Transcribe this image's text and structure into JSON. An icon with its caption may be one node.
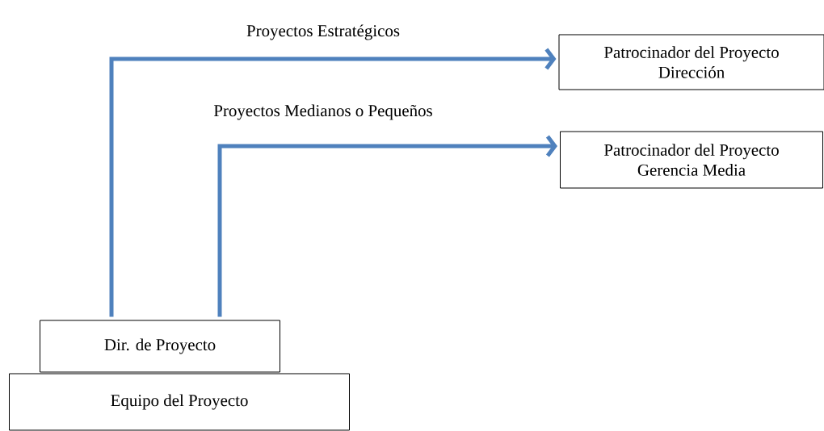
{
  "diagram": {
    "nodes": [
      {
        "text": [
          "Patrocinador del Proyecto",
          "Dirección"
        ]
      },
      {
        "text": [
          "Patrocinador del Proyecto",
          "Gerencia Media"
        ]
      },
      {
        "text": [
          "Dir. de Proyecto"
        ]
      },
      {
        "text": [
          "Equipo del Proyecto"
        ]
      }
    ],
    "edges": [
      {
        "from": 2,
        "to": 0,
        "arrow": "to",
        "label": "Proyectos Estratégicos"
      },
      {
        "from": 2,
        "to": 1,
        "arrow": "to",
        "label": "Proyectos Medianos o Pequeños"
      }
    ]
  }
}
